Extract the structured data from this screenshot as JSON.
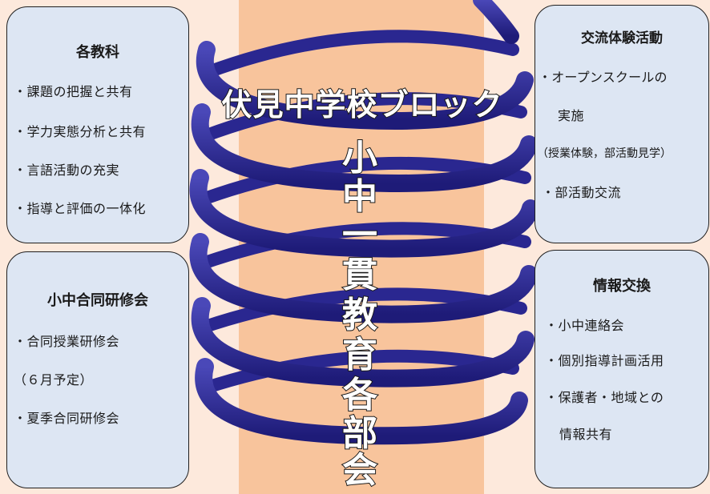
{
  "title": "伏見中学校ブロック",
  "vertical_title": [
    "小",
    "中",
    "一",
    "貫",
    "教",
    "育",
    "各",
    "部",
    "会"
  ],
  "boxes": {
    "subjects": {
      "title": "各教科",
      "items": [
        "・課題の把握と共有",
        "・学力実態分析と共有",
        "・言語活動の充実",
        "・指導と評価の一体化"
      ]
    },
    "joint_training": {
      "title": "小中合同研修会",
      "items": [
        "・合同授業研修会",
        "（６月予定）",
        "・夏季合同研修会"
      ]
    },
    "exchange": {
      "title": "交流体験活動",
      "items": [
        "・オープンスクールの",
        "実施",
        "（授業体験，部活動見学）",
        "・部活動交流"
      ]
    },
    "info": {
      "title": "情報交換",
      "items": [
        "・小中連絡会",
        "・個別指導計画活用",
        "・保護者・地域との",
        "情報共有"
      ]
    }
  },
  "colors": {
    "background": "#fde9dc",
    "pillar": "#f8c49c",
    "box_fill": "#dde6f3",
    "spiral": "#2e2b97"
  }
}
